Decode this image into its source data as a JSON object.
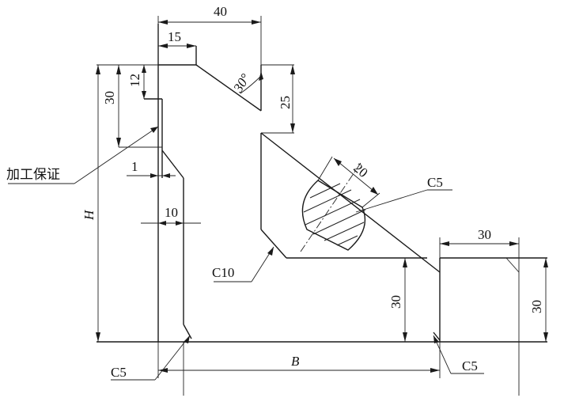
{
  "drawing": {
    "dims": {
      "d40": "40",
      "d15": "15",
      "d12": "12",
      "d30_left": "30",
      "d25": "25",
      "angle30": "30°",
      "d1": "1",
      "d10": "10",
      "d20": "20",
      "d30_top_right": "30",
      "d30_step": "30",
      "d30_right": "30",
      "h": "H",
      "b": "B"
    },
    "callouts": {
      "note_machining": "加工保证",
      "c5_slot": "C5",
      "c10": "C10",
      "c5_bottom_left": "C5",
      "c5_bottom_right": "C5"
    }
  }
}
